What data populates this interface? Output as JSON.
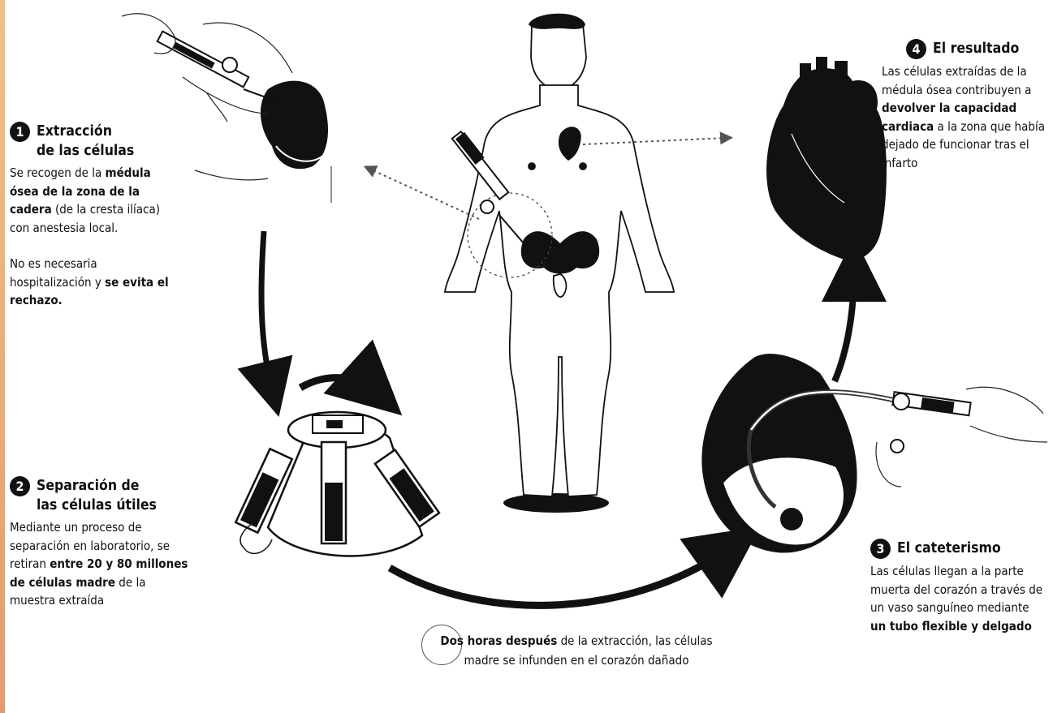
{
  "steps": [
    {
      "number": "1",
      "title_lines": [
        "Extracción",
        "de las células"
      ],
      "text": [
        [
          [
            "Se recogen de la ",
            false
          ],
          [
            "médula ósea de la zona de la cadera",
            true
          ],
          [
            " (de la cresta ilíaca) con anestesia local.",
            false
          ]
        ],
        [
          [
            "No es necesaria hospitalización y ",
            false
          ],
          [
            "se evita el rechazo.",
            true
          ]
        ]
      ]
    },
    {
      "number": "2",
      "title_lines": [
        "Separación de",
        "las células útiles"
      ],
      "text": [
        [
          [
            "Mediante un proceso de separación en laboratorio, se retiran ",
            false
          ],
          [
            "entre 20 y 80 millones de células madre",
            true
          ],
          [
            " de la muestra extraída",
            false
          ]
        ]
      ]
    },
    {
      "number": "3",
      "title_lines": [
        "El cateterismo"
      ],
      "text": [
        [
          [
            "Las células llegan a la parte muerta del corazón a través de un vaso sanguíneo mediante ",
            false
          ],
          [
            "un tubo flexible y delgado",
            true
          ]
        ]
      ]
    },
    {
      "number": "4",
      "title_lines": [
        "El resultado"
      ],
      "text": [
        [
          [
            "Las células extraídas de la médula ósea contribuyen a ",
            false
          ],
          [
            "devolver la capacidad cardiaca",
            true
          ],
          [
            " a la zona que había dejado de funcionar tras el infarto",
            false
          ]
        ]
      ]
    }
  ],
  "bottom_note": [
    [
      "Dos horas después",
      true
    ],
    [
      " de la extracción, las células madre se infunden en el corazón dañado",
      false
    ]
  ]
}
